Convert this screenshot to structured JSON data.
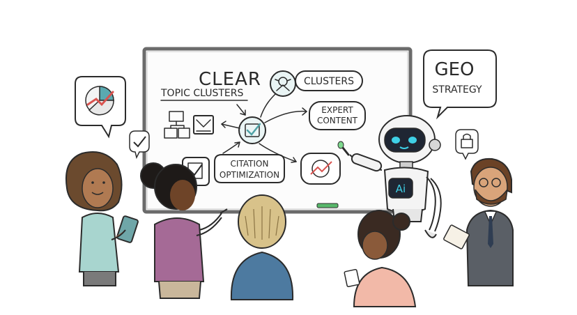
{
  "board": {
    "title": "CLEAR",
    "subtitle": "TOPIC CLUSTERS",
    "bubble_clusters": "CLUSTERS",
    "bubble_expert_line1": "EXPERT",
    "bubble_expert_line2": "CONTENT",
    "bubble_citation_line1": "CITATION",
    "bubble_citation_line2": "OPTIMIZATION"
  },
  "speech": {
    "geo_line1": "GEO",
    "geo_line2": "STRATEGY"
  },
  "robot": {
    "chest_label": "Ai"
  },
  "colors": {
    "teal": "#4fa3a6",
    "robot_eyes": "#3fd0e6",
    "chart_red": "#d9534f",
    "chart_teal": "#5aa9b0",
    "whiteboard_frame": "#6b6b6b",
    "marker_green": "#58b86b"
  }
}
